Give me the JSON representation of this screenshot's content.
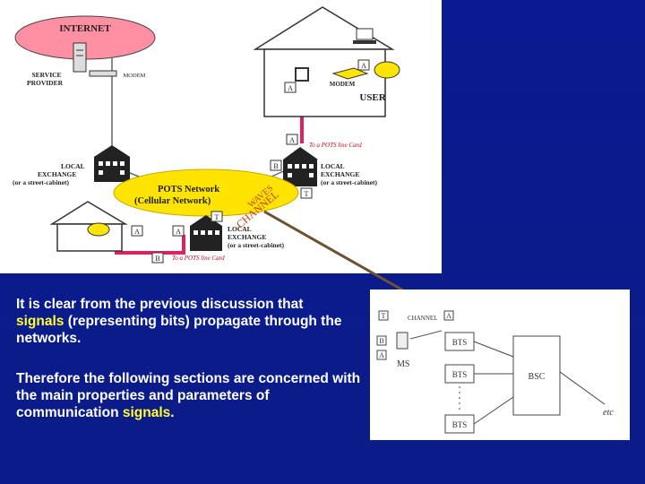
{
  "top_diagram": {
    "internet_label": "INTERNET",
    "service_provider_label": "SERVICE\nPROVIDER",
    "modem_label_left": "MODEM",
    "modem_label_user": "MODEM",
    "user_label": "USER",
    "local_exchange_left": [
      "LOCAL",
      "EXCHANGE",
      "(or a street-cabinet)"
    ],
    "local_exchange_right": [
      "LOCAL",
      "EXCHANGE",
      "(or a street-cabinet)"
    ],
    "local_exchange_bottom": [
      "LOCAL",
      "EXCHANGE",
      "(or a street-cabinet)"
    ],
    "pots_network": [
      "POTS Network",
      "(Cellular Network)"
    ],
    "pots_card_top": "To a POTS line Card",
    "pots_card_bottom": "To a POTS line Card",
    "channel_text": "CHANNEL",
    "waves_text": "WAVES",
    "box_letters": {
      "a": "A",
      "b": "B",
      "t": "T"
    },
    "colors": {
      "internet": "#ff8fa3",
      "pots": "#ffe000",
      "line": "#e02060"
    }
  },
  "paragraph1": {
    "part1": "It is clear from the previous discussion that",
    "highlight": "signals",
    "part2": "(representing bits) propagate through the networks."
  },
  "paragraph2": {
    "part1": "Therefore the following sections are concerned with the main properties and parameters of communication",
    "highlight": "signals",
    "part2": "."
  },
  "bottom_diagram": {
    "channel_label": "CHANNEL",
    "ms_label": "MS",
    "bts_labels": [
      "BTS",
      "BTS",
      "BTS"
    ],
    "bsc_label": "BSC",
    "etc_label": "etc",
    "box_letters": {
      "t": "T",
      "b": "B",
      "a": "A"
    }
  }
}
